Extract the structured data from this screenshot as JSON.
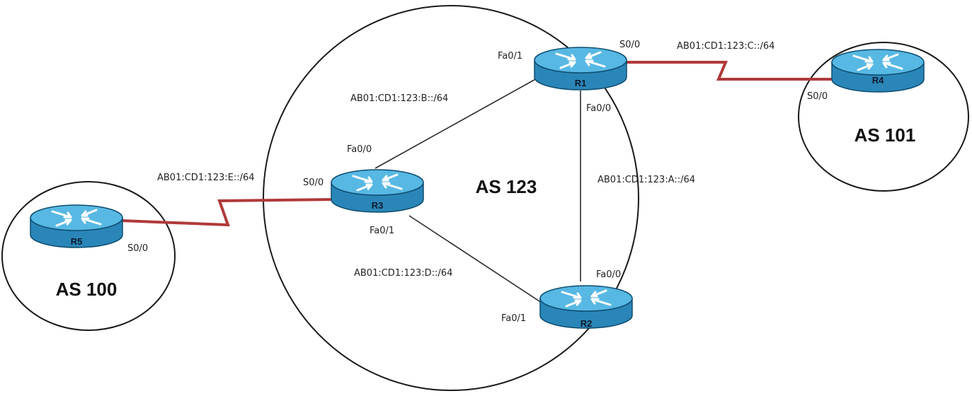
{
  "autonomous_systems": {
    "as100": "AS 100",
    "as123": "AS 123",
    "as101": "AS 101"
  },
  "routers": {
    "r1": "R1",
    "r2": "R2",
    "r3": "R3",
    "r4": "R4",
    "r5": "R5"
  },
  "networks": {
    "a": "AB01:CD1:123:A::/64",
    "b": "AB01:CD1:123:B::/64",
    "c": "AB01:CD1:123:C::/64",
    "d": "AB01:CD1:123:D::/64",
    "e": "AB01:CD1:123:E::/64"
  },
  "interfaces": {
    "r1_fa01": "Fa0/1",
    "r1_s00": "S0/0",
    "r1_fa00": "Fa0/0",
    "r4_s00": "S0/0",
    "r3_fa00": "Fa0/0",
    "r3_s00": "S0/0",
    "r3_fa01": "Fa0/1",
    "r5_s00": "S0/0",
    "r2_fa00": "Fa0/0",
    "r2_fa01": "Fa0/1"
  },
  "colors": {
    "router_body": "#2a86b8",
    "router_top": "#57b8e3",
    "serial_link": "#b03a3a",
    "lan_link": "#2b2b2b"
  },
  "icons": {
    "router": "router-icon"
  }
}
